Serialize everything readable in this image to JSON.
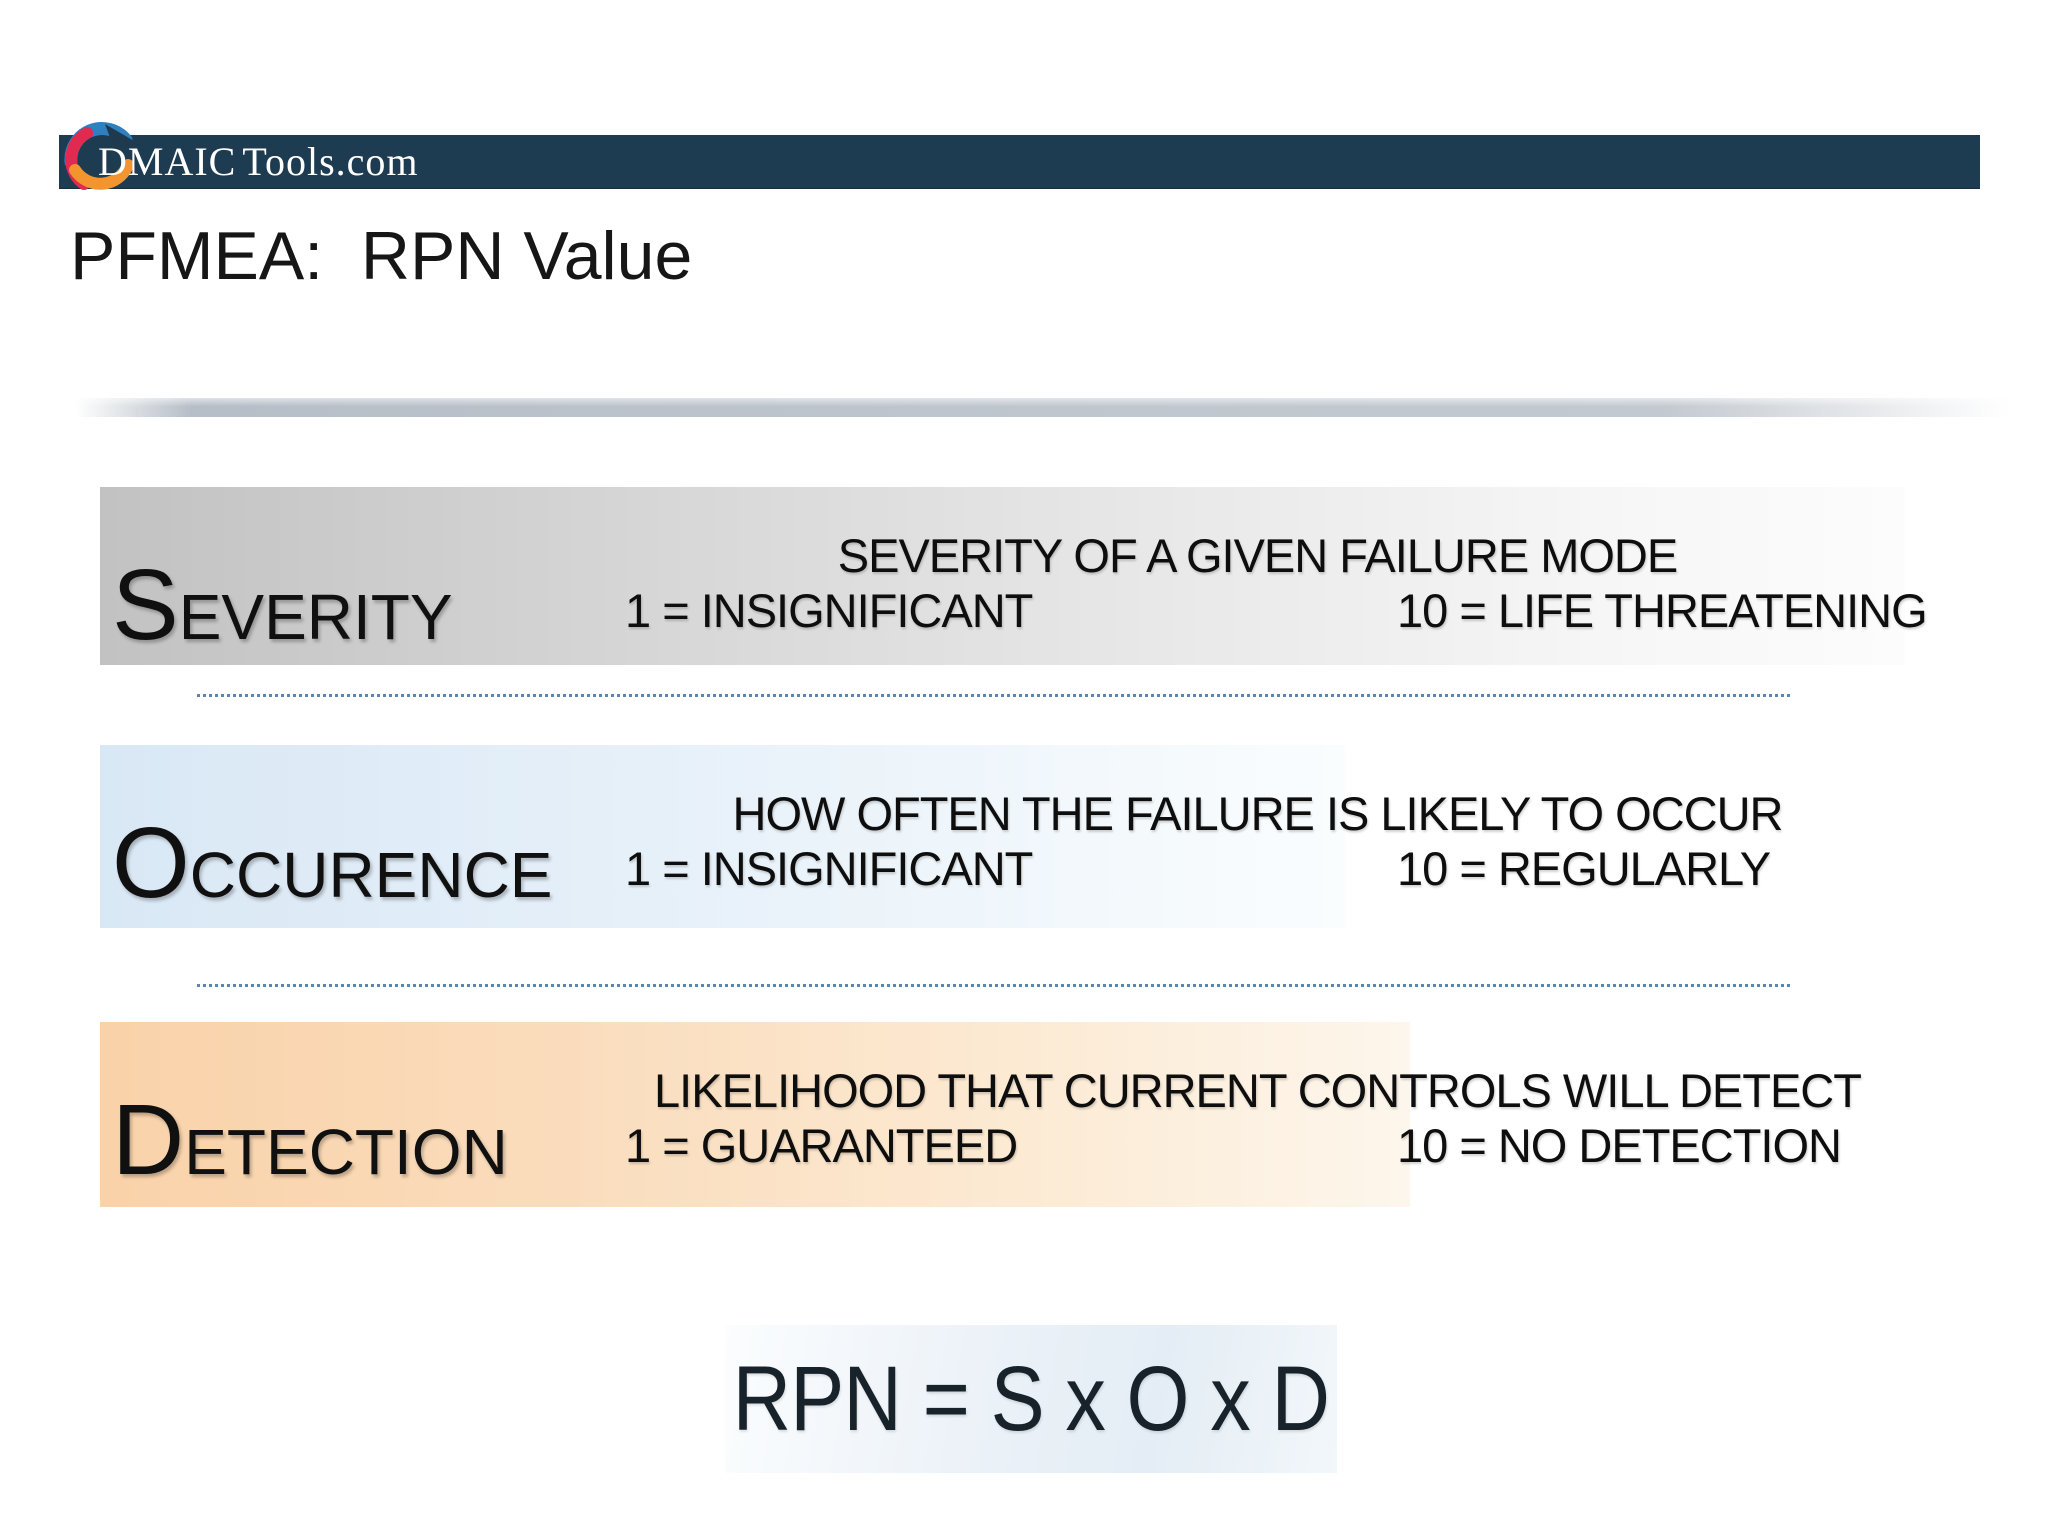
{
  "brand": {
    "logo_icon": "dmaic-swirl-logo-icon",
    "name_primary": "DMAIC",
    "name_secondary": "Tools.com",
    "bar_color": "#1d3c52"
  },
  "title": "PFMEA:  RPN Value",
  "rows": [
    {
      "id": "severity",
      "label_initial": "S",
      "label_rest": "EVERITY",
      "desc": "SEVERITY OF A GIVEN FAILURE MODE",
      "low": "1 = INSIGNIFICANT",
      "high": "10 = LIFE THREATENING",
      "band_color_left": "#c2c2c2",
      "band_color_right": "#fcfcfc"
    },
    {
      "id": "occurence",
      "label_initial": "O",
      "label_rest": "CCURENCE",
      "desc": "HOW OFTEN THE FAILURE IS LIKELY TO OCCUR",
      "low": "1 = INSIGNIFICANT",
      "high": "10 = REGULARLY",
      "band_color_left": "#d9e8f5",
      "band_color_right": "#fafdfe"
    },
    {
      "id": "detection",
      "label_initial": "D",
      "label_rest": "ETECTION",
      "desc": "LIKELIHOOD THAT CURRENT CONTROLS WILL DETECT",
      "low": "1 = GUARANTEED",
      "high": "10 = NO DETECTION",
      "band_color_left": "#f9d2a9",
      "band_color_right": "#fdf6ec"
    }
  ],
  "separator_dot_color": "#5b86b4",
  "formula": "RPN = S x O x D",
  "formula_box_color": "#e6eef6"
}
